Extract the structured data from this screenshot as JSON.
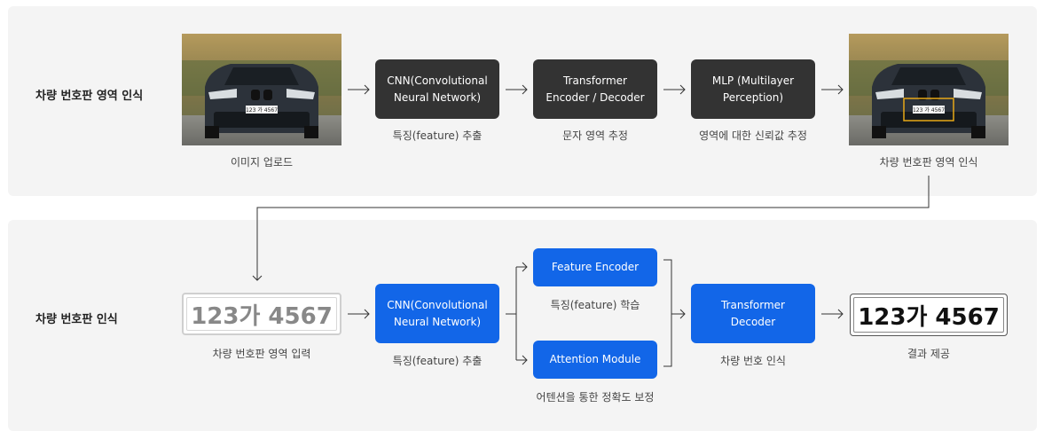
{
  "top_row": {
    "title": "차량 번호판 영역 인식",
    "upload_caption": "이미지 업로드",
    "cnn_box": "CNN(Convolutional\nNeural Network)",
    "cnn_caption": "특징(feature) 추출",
    "transformer_box": "Transformer\nEncoder / Decoder",
    "transformer_caption": "문자 영역 추정",
    "mlp_box": "MLP (Multilayer\nPerception)",
    "mlp_caption": "영역에 대한 신뢰값 추정",
    "result_caption": "차량 번호판 영역 인식",
    "car_plate_text": "123 가 4567"
  },
  "bottom_row": {
    "title": "차량 번호판 인식",
    "plate_input_text": "123가 4567",
    "plate_input_caption": "차량 번호판 영역 입력",
    "cnn_box": "CNN(Convolutional\nNeural Network)",
    "cnn_caption": "특징(feature) 추출",
    "feature_encoder_box": "Feature Encoder",
    "feature_caption": "특징(feature) 학습",
    "attention_box": "Attention Module",
    "attention_caption": "어텐션을 통한 정확도 보정",
    "decoder_box": "Transformer\nDecoder",
    "decoder_caption": "차량 번호 인식",
    "plate_result_text": "123가 4567",
    "plate_result_caption": "결과 제공"
  },
  "colors": {
    "dark_box": "#333333",
    "blue_box": "#1266e8",
    "detection_box": "#e6a817",
    "panel_bg": "#f4f4f4"
  }
}
